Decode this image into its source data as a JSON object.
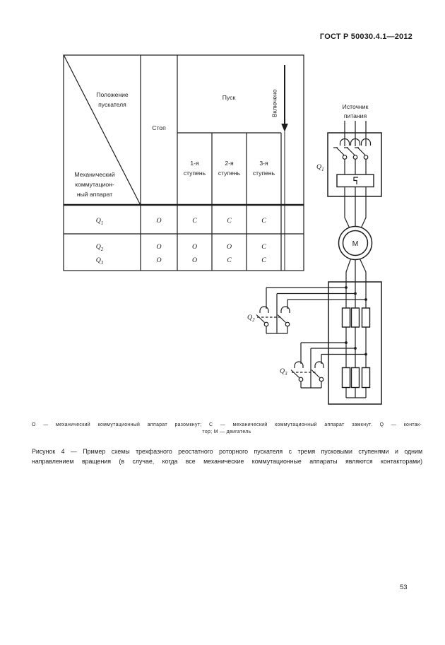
{
  "header": {
    "title": "ГОСТ Р 50030.4.1—2012"
  },
  "table": {
    "corner": {
      "top_line1": "Положение",
      "top_line2": "пускателя",
      "bottom_line1": "Механический",
      "bottom_line2": "коммутацион-",
      "bottom_line3": "ный аппарат"
    },
    "columns": {
      "stop": "Стоп",
      "start": "Пуск",
      "engaged": "Включено",
      "steps": [
        {
          "l1": "1-я",
          "l2": "ступень"
        },
        {
          "l1": "2-я",
          "l2": "ступень"
        },
        {
          "l1": "3-я",
          "l2": "ступень"
        }
      ]
    },
    "rows": [
      {
        "name": "Q",
        "sub": "1",
        "values": [
          "O",
          "C",
          "C",
          "C"
        ]
      },
      {
        "name": "Q",
        "sub": "2",
        "values": [
          "O",
          "O",
          "O",
          "C"
        ]
      },
      {
        "name": "Q",
        "sub": "3",
        "values": [
          "O",
          "O",
          "C",
          "C"
        ]
      }
    ]
  },
  "circuit": {
    "source_line1": "Источник",
    "source_line2": "питания",
    "q1": {
      "name": "Q",
      "sub": "1"
    },
    "q2": {
      "name": "Q",
      "sub": "2"
    },
    "q3": {
      "name": "Q",
      "sub": "3"
    },
    "motor": "M"
  },
  "footnote": {
    "line1": "О — механический коммутационный аппарат разомкнут; С — механический коммутационный аппарат замкнут. Q — контак-",
    "line2": "тор; М — двигатель"
  },
  "caption": {
    "line1": "Рисунок 4 — Пример схемы трехфазного реостатного роторного пускателя с тремя пусковыми ступенями и одним",
    "line2": "направлением вращения (в случае, когда все механические коммутационные аппараты являются контакторами)"
  },
  "page_number": "53"
}
